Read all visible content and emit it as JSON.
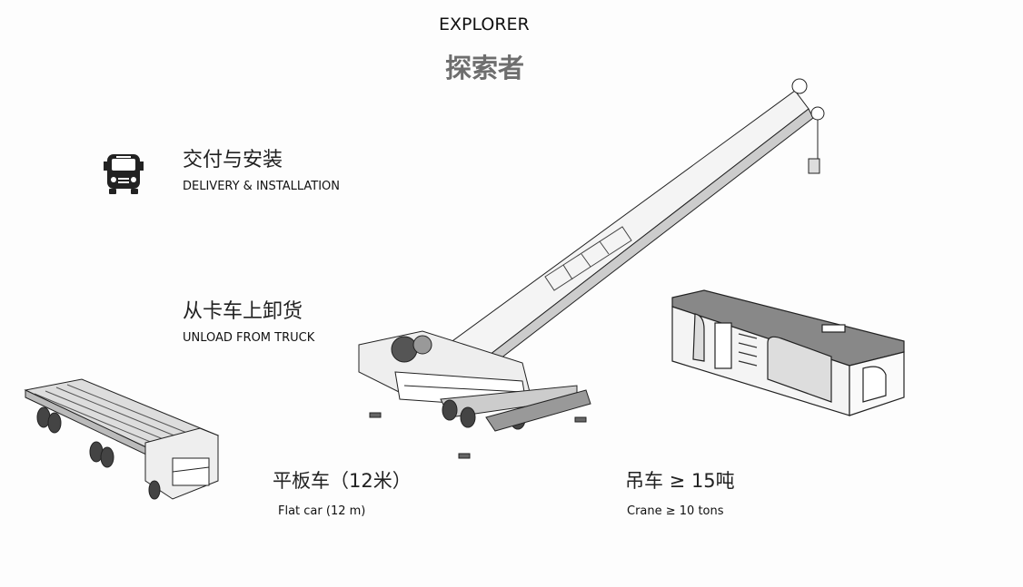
{
  "header": {
    "title_en": "EXPLORER",
    "title_zh": "探索者"
  },
  "sections": [
    {
      "icon": "bus-icon",
      "title_zh": "交付与安装",
      "title_en": "DELIVERY & INSTALLATION"
    },
    {
      "title_zh": "从卡车上卸货",
      "title_en": "UNLOAD FROM TRUCK"
    }
  ],
  "captions": [
    {
      "zh": "平板车（12米）",
      "en": "Flat car (12 m)"
    },
    {
      "zh": "吊车 ≥ 15吨",
      "en": "Crane ≥ 10 tons"
    }
  ]
}
